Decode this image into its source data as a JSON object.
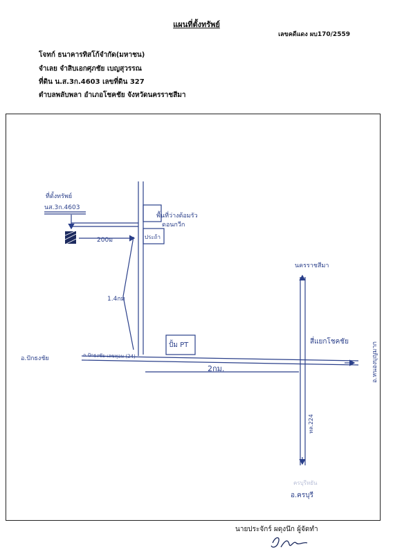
{
  "document": {
    "title": "แผนที่ตั้งทรัพย์",
    "case_number": "เลขคดีแดง ผบ170/2559"
  },
  "header_lines": [
    "โจทก์ ธนาคารทิสโก้จำกัด(มหาชน)",
    "จำเลย จำสิบเอกศุภชัย เบญสุวรรณ",
    "ที่ดิน น.ส.3ก.4603 เลขที่ดิน 327",
    "ตำบลพลับพลา อำเภอโชคชัย จังหวัดนครราชสีมา"
  ],
  "map": {
    "labels": {
      "property": "ที่ตั้งทรัพย์",
      "deed": "นส.3ก.4603",
      "dist_200m": "200ม",
      "dist_1_4km": "1.4กม",
      "dist_2km": "2กม.",
      "land_label_1": "พื้นที่ว่างต้อมรัว",
      "land_label_2": "ดอนกวีก",
      "water_tank": "ประถ้า",
      "ptt": "ปั้ม PT",
      "west_dir": "อ.ปักธงชัย",
      "road_name": "ถ.ปักธงชัย-เลขทุอม (24)",
      "north_dir": "นครราชสีมา",
      "east_label": "สี่แยกโชคชัย",
      "east_dir": "อ.หนองบุญมาก",
      "south_road": "ทล.224",
      "south_label": "อ.ครบุรี",
      "faded": "ครบุรีหยัน"
    }
  },
  "footer": {
    "preparer": "นายประจักร์ ผดุงนึก ผู้จัดทำ"
  }
}
